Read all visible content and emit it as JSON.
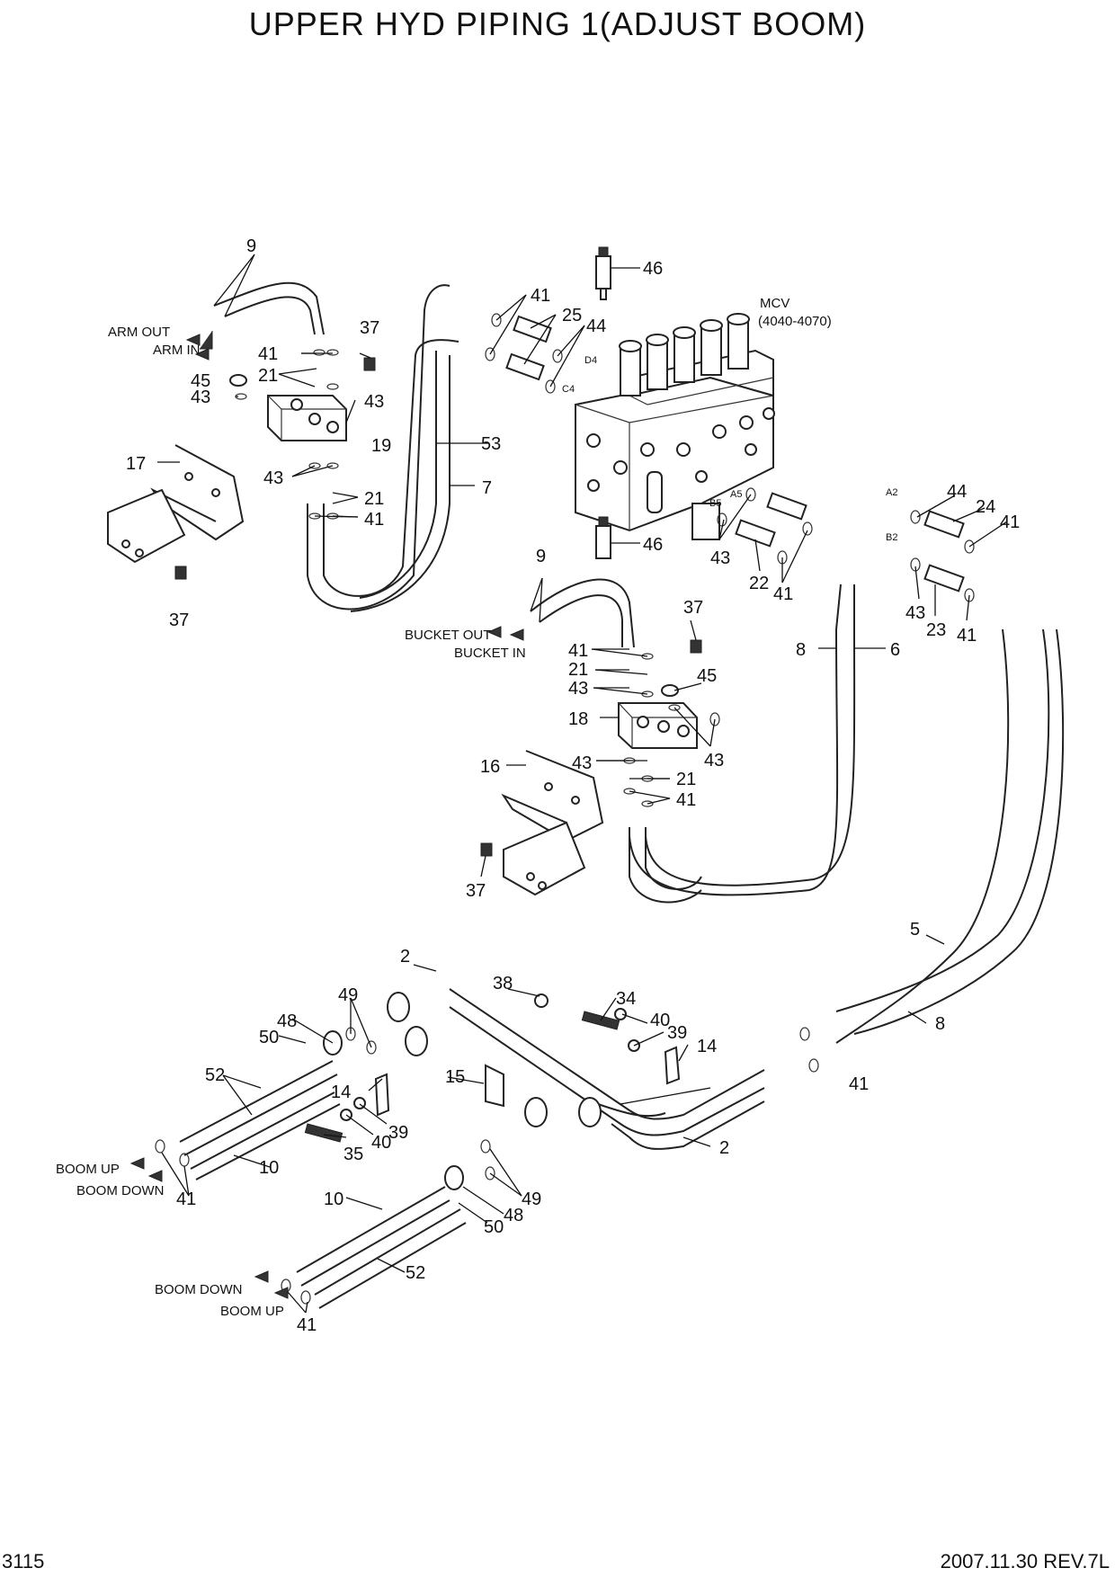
{
  "title": "UPPER HYD PIPING 1(ADJUST BOOM)",
  "page_number": "3115",
  "revision": "2007.11.30  REV.7L",
  "mcv_label": "MCV",
  "mcv_model": "(4040-4070)",
  "port_labels": [
    "D4",
    "C4",
    "B5",
    "A5",
    "A2",
    "B2"
  ],
  "direction_labels": {
    "arm_out": "ARM OUT",
    "arm_in": "ARM IN",
    "bucket_out": "BUCKET OUT",
    "bucket_in": "BUCKET IN",
    "boom_up": "BOOM UP",
    "boom_down": "BOOM DOWN"
  },
  "part_labels": [
    "9",
    "41",
    "21",
    "43",
    "37",
    "45",
    "17",
    "19",
    "53",
    "7",
    "25",
    "44",
    "46",
    "22",
    "24",
    "23",
    "8",
    "6",
    "18",
    "16",
    "5",
    "2",
    "38",
    "34",
    "40",
    "39",
    "14",
    "48",
    "49",
    "50",
    "52",
    "15",
    "35",
    "10"
  ]
}
